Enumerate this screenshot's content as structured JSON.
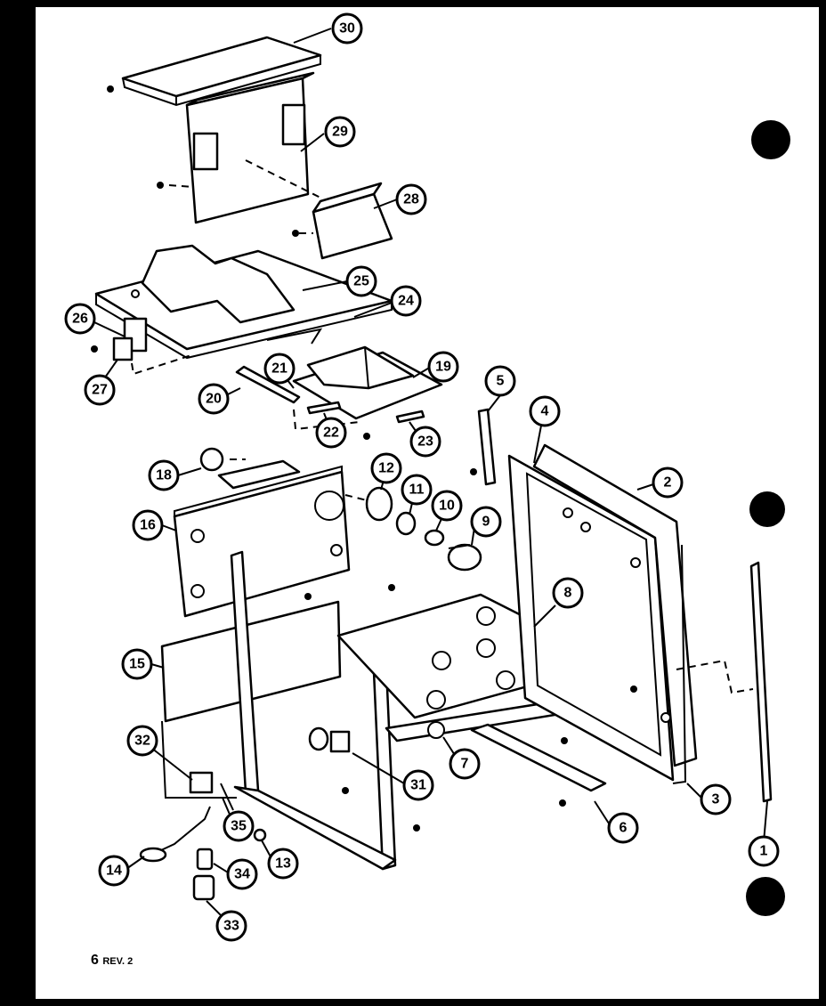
{
  "footer": {
    "sheet_number": "6",
    "revision": "REV. 2"
  },
  "callouts": [
    "30",
    "29",
    "28",
    "25",
    "24",
    "26",
    "27",
    "21",
    "19",
    "20",
    "22",
    "23",
    "5",
    "4",
    "2",
    "18",
    "12",
    "11",
    "10",
    "9",
    "16",
    "8",
    "15",
    "32",
    "31",
    "7",
    "3",
    "6",
    "35",
    "14",
    "13",
    "34",
    "33",
    "1"
  ]
}
